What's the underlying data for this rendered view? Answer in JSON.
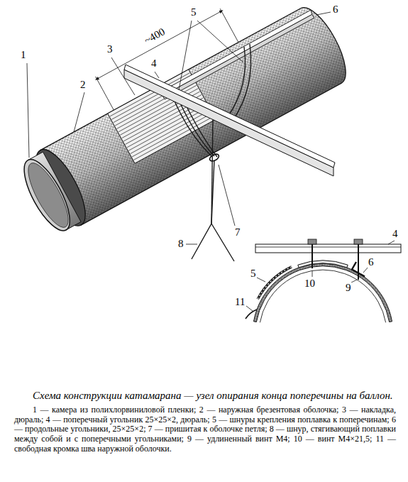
{
  "diagram": {
    "title": "Схема конструкции катамарана — узел опирания конца поперечины на баллон.",
    "caption": "1 — камера из полихлорвиниловой пленки; 2 — наружная брезентовая оболочка; 3 — накладка, дюраль; 4 — поперечный угольник 25×25×2, дюраль; 5 — шнуры крепления поплавка к поперечинам; 6 — продольные угольники, 25×25×2; 7 — пришитая к оболочке петля; 8 — шнур, стягивающий поплавки между собой и с поперечными угольниками; 9 — удлиненный винт М4; 10 — винт М4×21,5; 11 — свободная кромка шва наружной оболочки.",
    "labels": [
      "1",
      "2",
      "3",
      "4",
      "~400",
      "5",
      "6",
      "8",
      "7",
      "4",
      "6",
      "5",
      "10",
      "9",
      "11"
    ]
  }
}
